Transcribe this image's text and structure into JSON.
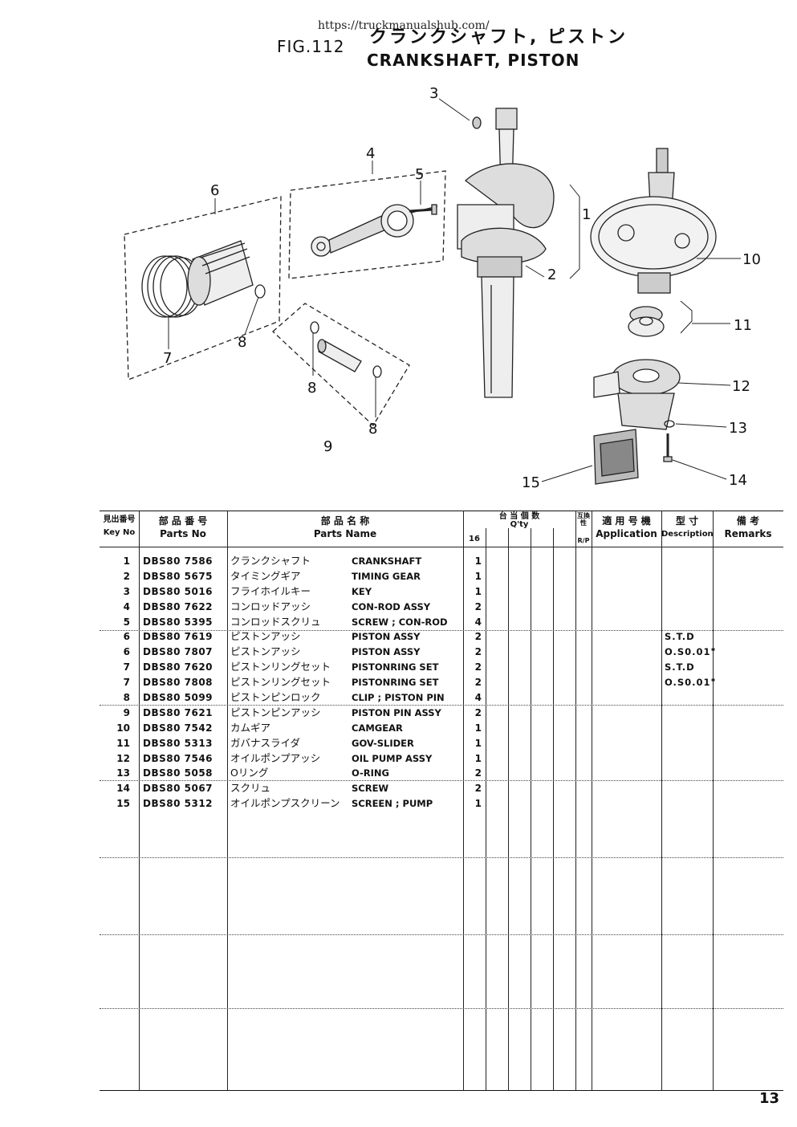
{
  "header": {
    "url": "https://truckmanualshub.com/",
    "fig": "FIG.112",
    "title_jp": "クランクシャフト, ピストン",
    "title_en": "CRANKSHAFT, PISTON"
  },
  "diagram": {
    "callouts": [
      "1",
      "2",
      "3",
      "4",
      "5",
      "6",
      "7",
      "8",
      "8",
      "8",
      "9",
      "10",
      "11",
      "12",
      "13",
      "14",
      "15"
    ]
  },
  "table": {
    "headers": {
      "key_jp": "見出番号",
      "key_en": "Key No",
      "parts_jp": "部 品 番 号",
      "parts_en": "Parts No",
      "name_jp": "部 品 名 称",
      "name_en": "Parts Name",
      "qty_jp": "台 当 個 数",
      "qty_en": "Q'ty",
      "qty_model": "16",
      "interchange_jp": "互換性",
      "interchange_en": "R/P",
      "application_jp": "適 用 号 機",
      "application_en": "Application",
      "desc_jp": "型 寸",
      "desc_en": "Description",
      "remarks_jp": "備 考",
      "remarks_en": "Remarks"
    },
    "rows": [
      {
        "key": "1",
        "part": "DBS80 7586",
        "jp": "クランクシャフト",
        "en": "CRANKSHAFT",
        "qty": "1",
        "desc": ""
      },
      {
        "key": "2",
        "part": "DBS80 5675",
        "jp": "タイミングギア",
        "en": "TIMING GEAR",
        "qty": "1",
        "desc": ""
      },
      {
        "key": "3",
        "part": "DBS80 5016",
        "jp": "フライホイルキー",
        "en": "KEY",
        "qty": "1",
        "desc": ""
      },
      {
        "key": "4",
        "part": "DBS80 7622",
        "jp": "コンロッドアッシ",
        "en": "CON-ROD ASSY",
        "qty": "2",
        "desc": ""
      },
      {
        "key": "5",
        "part": "DBS80 5395",
        "jp": "コンロッドスクリュ",
        "en": "SCREW ; CON-ROD",
        "qty": "4",
        "desc": ""
      },
      {
        "key": "6",
        "part": "DBS80 7619",
        "jp": "ピストンアッシ",
        "en": "PISTON ASSY",
        "qty": "2",
        "desc": "S.T.D"
      },
      {
        "key": "6",
        "part": "DBS80 7807",
        "jp": "ピストンアッシ",
        "en": "PISTON ASSY",
        "qty": "2",
        "desc": "O.S0.01\""
      },
      {
        "key": "7",
        "part": "DBS80 7620",
        "jp": "ピストンリングセット",
        "en": "PISTONRING SET",
        "qty": "2",
        "desc": "S.T.D"
      },
      {
        "key": "7",
        "part": "DBS80 7808",
        "jp": "ピストンリングセット",
        "en": "PISTONRING SET",
        "qty": "2",
        "desc": "O.S0.01\""
      },
      {
        "key": "8",
        "part": "DBS80 5099",
        "jp": "ピストンピンロック",
        "en": "CLIP ; PISTON PIN",
        "qty": "4",
        "desc": ""
      },
      {
        "key": "9",
        "part": "DBS80 7621",
        "jp": "ピストンピンアッシ",
        "en": "PISTON PIN ASSY",
        "qty": "2",
        "desc": ""
      },
      {
        "key": "10",
        "part": "DBS80 7542",
        "jp": "カムギア",
        "en": "CAMGEAR",
        "qty": "1",
        "desc": ""
      },
      {
        "key": "11",
        "part": "DBS80 5313",
        "jp": "ガバナスライダ",
        "en": "GOV-SLIDER",
        "qty": "1",
        "desc": ""
      },
      {
        "key": "12",
        "part": "DBS80 7546",
        "jp": "オイルポンプアッシ",
        "en": "OIL PUMP ASSY",
        "qty": "1",
        "desc": ""
      },
      {
        "key": "13",
        "part": "DBS80 5058",
        "jp": "Oリング",
        "en": "O-RING",
        "qty": "2",
        "desc": ""
      },
      {
        "key": "14",
        "part": "DBS80 5067",
        "jp": "スクリュ",
        "en": "SCREW",
        "qty": "2",
        "desc": ""
      },
      {
        "key": "15",
        "part": "DBS80 5312",
        "jp": "オイルポンプスクリーン",
        "en": "SCREEN ; PUMP",
        "qty": "1",
        "desc": ""
      }
    ]
  },
  "page_number": "13"
}
